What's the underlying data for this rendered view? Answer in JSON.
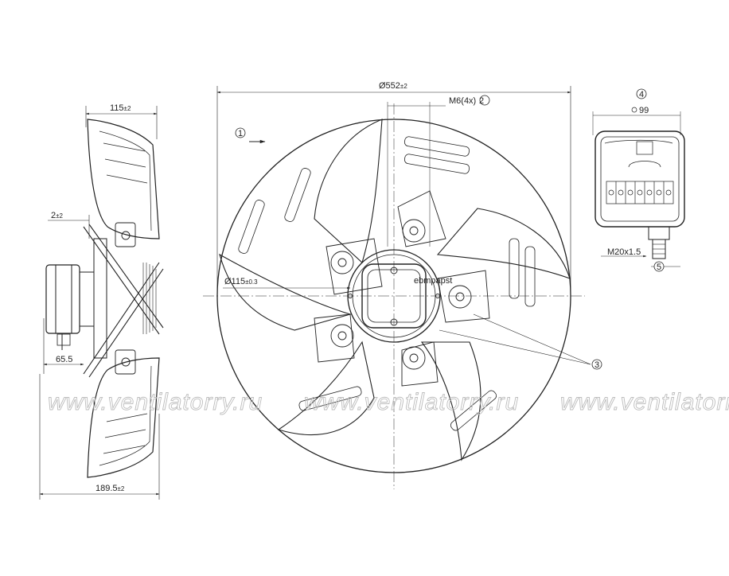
{
  "drawing": {
    "side_view": {
      "dim_top": "115",
      "dim_top_tol": "±2",
      "dim_gap": "2",
      "dim_gap_tol": "±2",
      "dim_mid": "65.5",
      "dim_bottom": "189.5",
      "dim_bottom_tol": "±2"
    },
    "front_view": {
      "dim_diameter": "Ø552",
      "dim_diameter_tol": "±2",
      "dim_bolts": "M6(4x)",
      "dim_hub": "Ø115",
      "dim_hub_tol": "±0.3",
      "callout_1": "1",
      "callout_2": "2",
      "callout_3": "3",
      "hub_label": "ebmpapst"
    },
    "terminal_box": {
      "callout_4": "4",
      "dim_box": "99",
      "dim_gland": "M20x1.5",
      "callout_5": "5"
    },
    "watermark": "www.ventilatorry.ru"
  },
  "colors": {
    "line": "#222222",
    "watermark": "#bdbdbd"
  }
}
